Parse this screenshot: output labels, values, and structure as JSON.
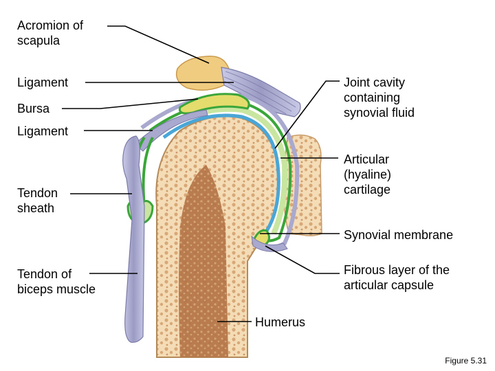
{
  "labels": {
    "acromion": [
      "Acromion of",
      "scapula"
    ],
    "ligament_top": [
      "Ligament"
    ],
    "bursa": [
      "Bursa"
    ],
    "ligament_mid": [
      "Ligament"
    ],
    "tendon_sheath": [
      "Tendon",
      "sheath"
    ],
    "tendon_biceps": [
      "Tendon of",
      "biceps muscle"
    ],
    "joint_cavity": [
      "Joint cavity",
      "containing",
      "synovial fluid"
    ],
    "articular_cartilage": [
      "Articular",
      "(hyaline)",
      "cartilage"
    ],
    "synovial_membrane": [
      "Synovial membrane"
    ],
    "fibrous_layer": [
      "Fibrous layer of the",
      "articular capsule"
    ],
    "humerus": [
      "Humerus"
    ]
  },
  "figure_caption": "Figure 5.31",
  "colors": {
    "bone": "#f3dcb6",
    "spongy_bone": "#d9a878",
    "marrow": "#b5774a",
    "cartilage": "#4aa6d6",
    "synovial": "#3aa63a",
    "synovial_light": "#c8e6a0",
    "bursa_yellow": "#e4dc6c",
    "ligament": "#a9a9cf",
    "acromion": "#f0cc80",
    "leader": "#000000"
  }
}
